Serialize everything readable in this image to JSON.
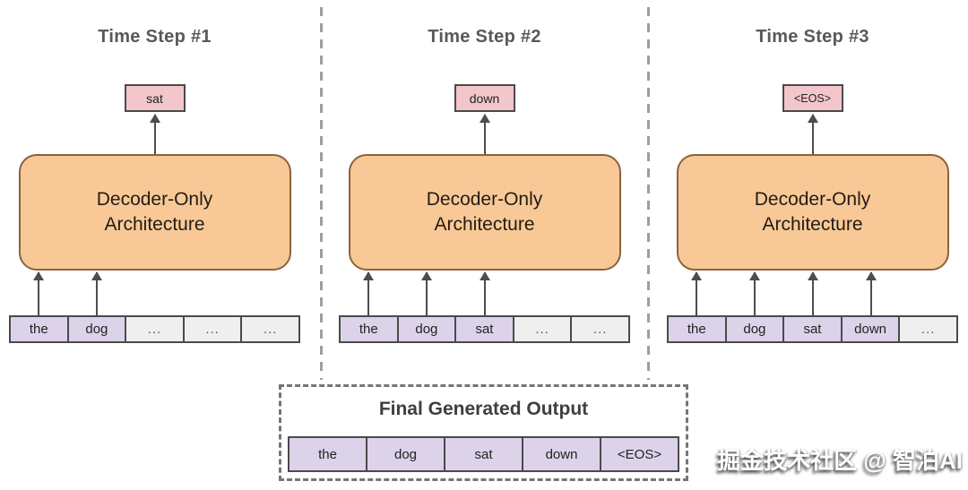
{
  "panels": [
    {
      "title": "Time Step #1",
      "output_token": "sat",
      "decoder": {
        "line1": "Decoder-Only",
        "line2": "Architecture"
      },
      "tokens": [
        {
          "label": "the",
          "highlight": true
        },
        {
          "label": "dog",
          "highlight": true
        },
        {
          "label": "...",
          "highlight": false
        },
        {
          "label": "...",
          "highlight": false
        },
        {
          "label": "...",
          "highlight": false
        }
      ]
    },
    {
      "title": "Time Step #2",
      "output_token": "down",
      "decoder": {
        "line1": "Decoder-Only",
        "line2": "Architecture"
      },
      "tokens": [
        {
          "label": "the",
          "highlight": true
        },
        {
          "label": "dog",
          "highlight": true
        },
        {
          "label": "sat",
          "highlight": true
        },
        {
          "label": "...",
          "highlight": false
        },
        {
          "label": "...",
          "highlight": false
        }
      ]
    },
    {
      "title": "Time Step #3",
      "output_token": "<EOS>",
      "decoder": {
        "line1": "Decoder-Only",
        "line2": "Architecture"
      },
      "tokens": [
        {
          "label": "the",
          "highlight": true
        },
        {
          "label": "dog",
          "highlight": true
        },
        {
          "label": "sat",
          "highlight": true
        },
        {
          "label": "down",
          "highlight": true
        },
        {
          "label": "...",
          "highlight": false
        }
      ]
    }
  ],
  "final_output": {
    "title": "Final Generated Output",
    "tokens": [
      "the",
      "dog",
      "sat",
      "down",
      "<EOS>"
    ]
  },
  "watermark": "掘金技术社区 @ 智泊AI",
  "colors": {
    "decoder_fill": "#F8C997",
    "decoder_border": "#8A6240",
    "output_token_fill": "#F2C6CB",
    "token_highlight_fill": "#DCD3EA",
    "token_plain_fill": "#EFEFEF",
    "box_border": "#4A4A4A",
    "separator": "#9E9E9E",
    "title_text": "#595959"
  }
}
